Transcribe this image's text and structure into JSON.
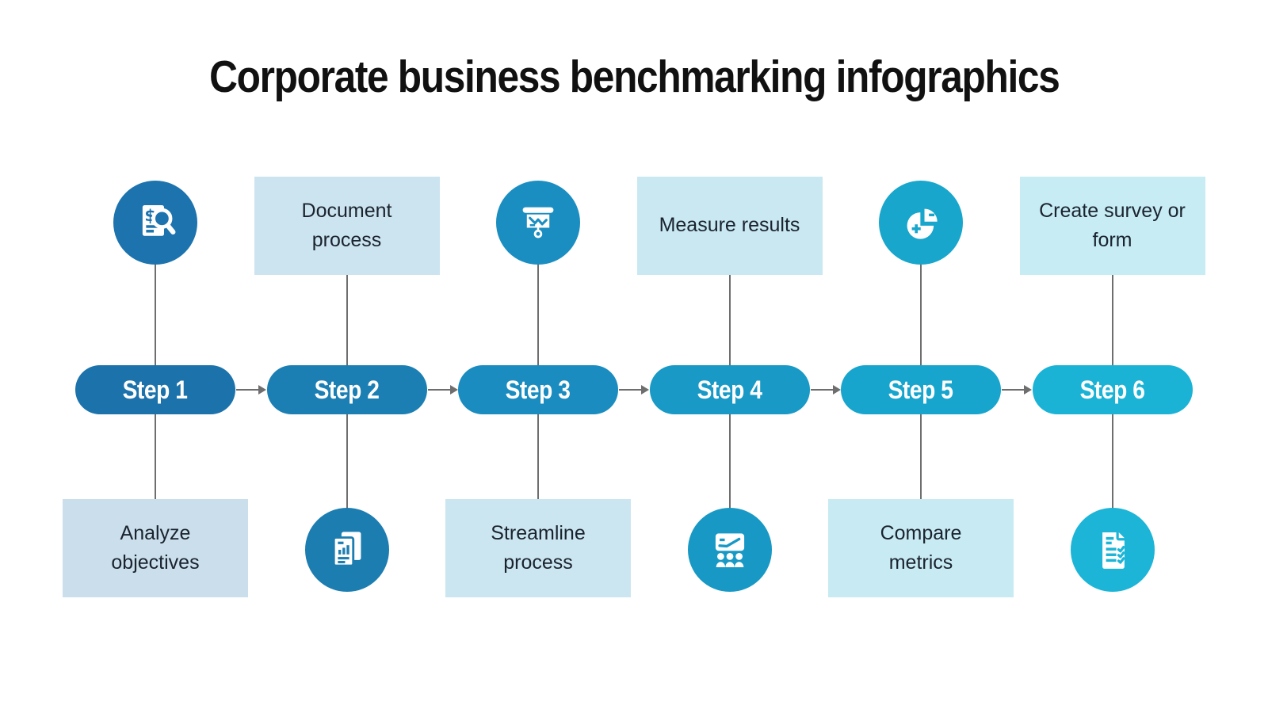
{
  "title": "Corporate business benchmarking infographics",
  "colors": {
    "title_text": "#111111",
    "card_text": "#1a232e",
    "step_text": "#ffffff",
    "connector": "#6e6e6e",
    "icon_glyph": "#ffffff"
  },
  "steps": [
    {
      "label": "Step 1",
      "description": "Analyze objectives",
      "description_position": "below",
      "icon": "analysis-document-magnifier-icon",
      "pill_color": "#1c72ab",
      "icon_circle_color": "#1c73ae",
      "card_color": "#cadfeb"
    },
    {
      "label": "Step 2",
      "description": "Document process",
      "description_position": "above",
      "icon": "report-bar-chart-icon",
      "pill_color": "#1c7fb4",
      "icon_circle_color": "#1c7db1",
      "card_color": "#cce4ef"
    },
    {
      "label": "Step 3",
      "description": "Streamline process",
      "description_position": "below",
      "icon": "presentation-chart-icon",
      "pill_color": "#1a8cc0",
      "icon_circle_color": "#1b8ec1",
      "card_color": "#cbe6f0"
    },
    {
      "label": "Step 4",
      "description": "Measure results",
      "description_position": "above",
      "icon": "audience-presentation-icon",
      "pill_color": "#1899c6",
      "icon_circle_color": "#1899c5",
      "card_color": "#c9e8f1"
    },
    {
      "label": "Step 5",
      "description": "Compare metrics",
      "description_position": "below",
      "icon": "pie-chart-plus-minus-icon",
      "pill_color": "#17a5ce",
      "icon_circle_color": "#18a6cc",
      "card_color": "#c8eaf2"
    },
    {
      "label": "Step 6",
      "description": "Create survey or form",
      "description_position": "above",
      "icon": "survey-checklist-icon",
      "pill_color": "#1ab3d6",
      "icon_circle_color": "#1cb5d7",
      "card_color": "#c7ecf4"
    }
  ]
}
